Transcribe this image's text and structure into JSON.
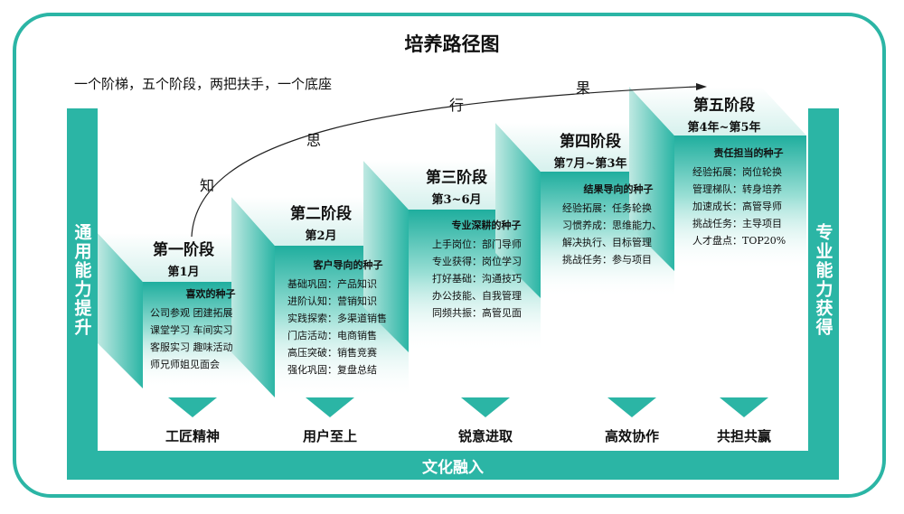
{
  "title": "培养路径图",
  "subtitle": "一个阶梯，五个阶段，两把扶手，一个底座",
  "arc_words": [
    "知",
    "思",
    "行",
    "果"
  ],
  "left_pillar": "通用能力提升",
  "right_pillar": "专业能力获得",
  "base": "文化融入",
  "colors": {
    "accent": "#2bb5a5",
    "light": "#d6f1ed"
  },
  "stages": [
    {
      "name": "第一阶段",
      "time": "第1月",
      "seed": "喜欢的种子",
      "items": [
        "公司参观  团建拓展",
        "课堂学习  车间实习",
        "客服实习  趣味活动",
        "师兄师姐见面会"
      ]
    },
    {
      "name": "第二阶段",
      "time": "第2月",
      "seed": "客户导向的种子",
      "items": [
        "基础巩固：产品知识",
        "进阶认知：营销知识",
        "实践探索：多渠道销售",
        "门店活动：电商销售",
        "高压突破：销售竞赛",
        "强化巩固：复盘总结"
      ]
    },
    {
      "name": "第三阶段",
      "time": "第3~6月",
      "seed": "专业深耕的种子",
      "items": [
        "上手岗位：部门导师",
        "专业获得：岗位学习",
        "打好基础：沟通技巧",
        "办公技能、自我管理",
        "同频共振：高管见面"
      ]
    },
    {
      "name": "第四阶段",
      "time": "第7月~第3年",
      "seed": "结果导向的种子",
      "items": [
        "经验拓展：任务轮换",
        "习惯养成：思维能力、",
        "解决执行、目标管理",
        "挑战任务：参与项目"
      ]
    },
    {
      "name": "第五阶段",
      "time": "第4年~第5年",
      "seed": "责任担当的种子",
      "items": [
        "经验拓展：岗位轮换",
        "管理梯队：转身培养",
        "加速成长：高管导师",
        "挑战任务：主导项目",
        "人才盘点：TOP20%"
      ]
    }
  ],
  "values": [
    "工匠精神",
    "用户至上",
    "锐意进取",
    "高效协作",
    "共担共赢"
  ]
}
